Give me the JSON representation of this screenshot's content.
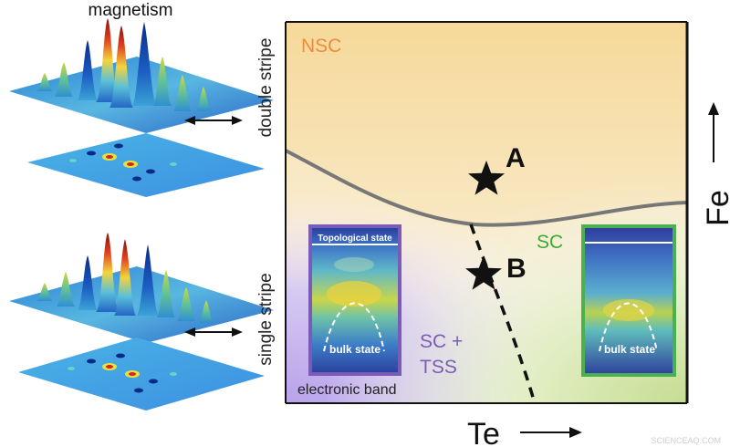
{
  "left_panel": {
    "title": "magnetism",
    "label_top": "double stripe",
    "label_bottom": "single stripe"
  },
  "diagram": {
    "regions": {
      "nsc": "NSC",
      "sc": "SC",
      "sc_tss_line1": "SC +",
      "sc_tss_line2": "TSS"
    },
    "points": {
      "a": "A",
      "b": "B"
    },
    "insets": {
      "left_top_label": "Topological state",
      "left_bottom_label": "bulk state",
      "right_bottom_label": "bulk state",
      "caption": "electronic band"
    },
    "axes": {
      "x_label": "Te",
      "y_label": "Fe"
    },
    "colors": {
      "nsc": "#f3d9a0",
      "sc": "#d6e8b0",
      "sc_tss": "#b8a3e6",
      "boundary": "#777777",
      "nsc_text": "#f08a3c",
      "sc_text": "#3aaa35",
      "sc_tss_text": "#7a5cb8",
      "left_inset_frame": "#7a5cb8",
      "right_inset_frame": "#4caf50"
    }
  },
  "watermark": "SCIENCEAQ.COM"
}
